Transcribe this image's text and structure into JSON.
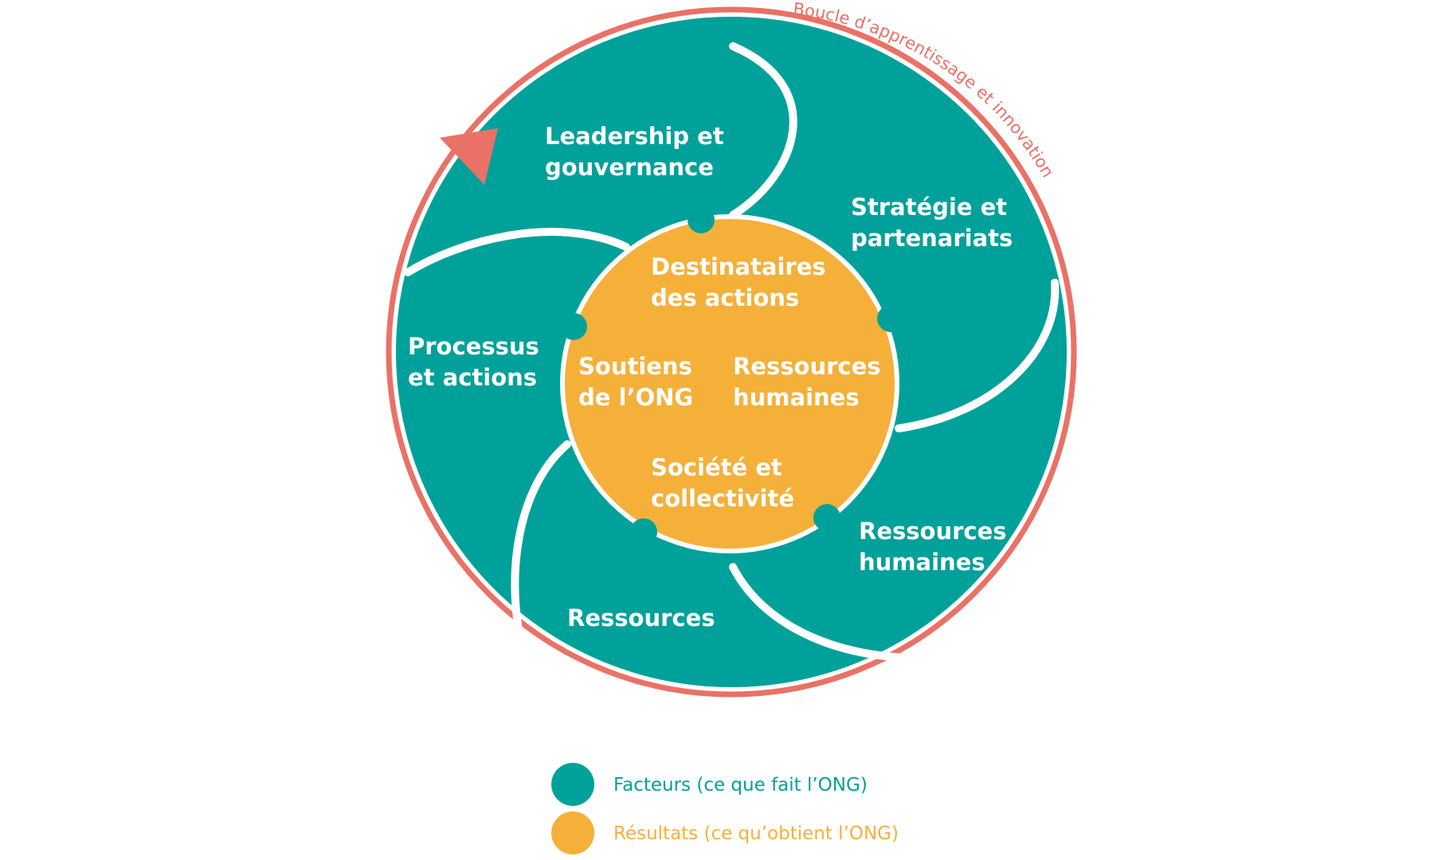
{
  "colors": {
    "factors": "#00a19a",
    "results": "#f5b03a",
    "loop": "#ea7166",
    "divider": "#ffffff",
    "background": "#ffffff"
  },
  "loop": {
    "label": "Boucle d’apprentissage et innovation"
  },
  "factors": [
    {
      "line1": "Leadership et",
      "line2": "gouvernance"
    },
    {
      "line1": "Stratégie et",
      "line2": "partenariats"
    },
    {
      "line1": "Ressources",
      "line2": "humaines"
    },
    {
      "line1": "Ressources",
      "line2": ""
    },
    {
      "line1": "Processus",
      "line2": "et actions"
    }
  ],
  "results": [
    {
      "line1": "Destinataires",
      "line2": "des actions"
    },
    {
      "line1": "Soutiens",
      "line2": "de l’ONG"
    },
    {
      "line1": "Ressources",
      "line2": "humaines"
    },
    {
      "line1": "Société et",
      "line2": "collectivité"
    }
  ],
  "legend": {
    "factors": "Facteurs (ce que fait l’ONG)",
    "results": "Résultats (ce qu’obtient l’ONG)"
  }
}
